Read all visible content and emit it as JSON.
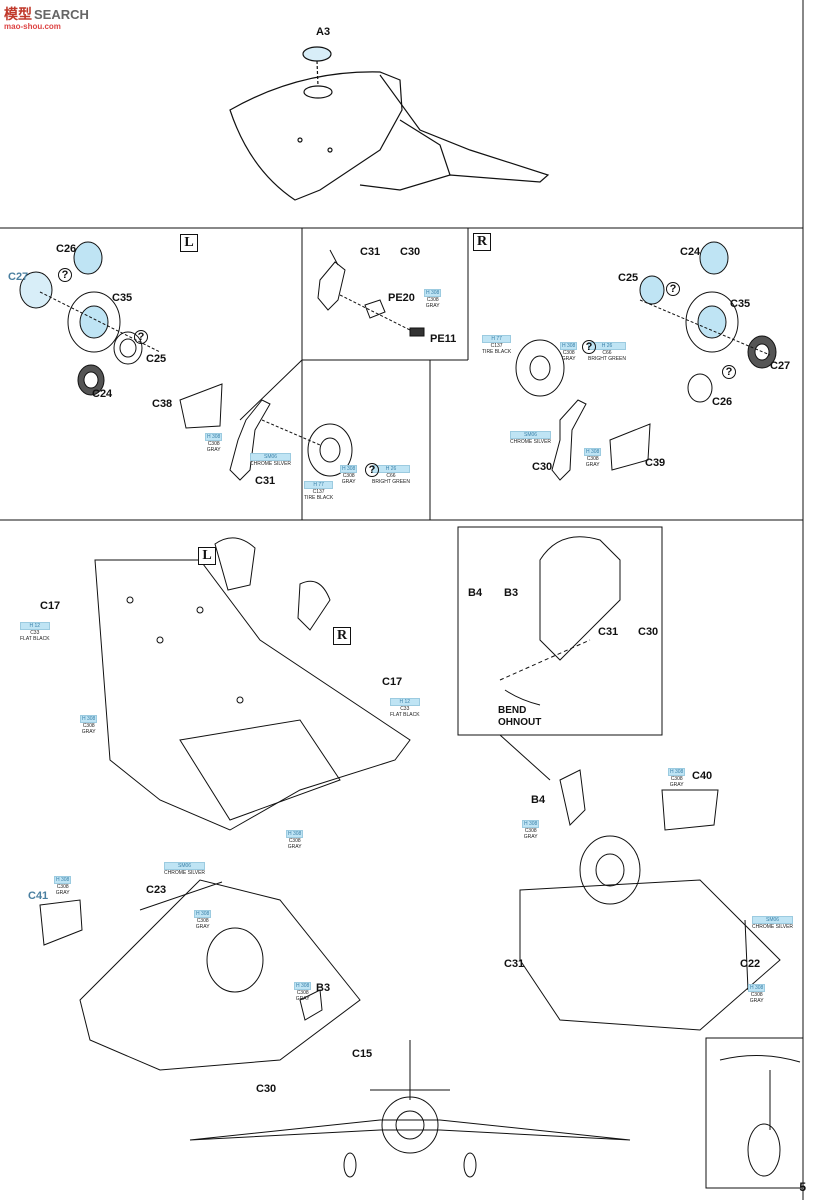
{
  "watermark": {
    "line1": "模型",
    "line2": "SEARCH",
    "line3": "mao-shou.com"
  },
  "page_number": "5",
  "side_markers": {
    "left": "L",
    "right": "R"
  },
  "step1": {
    "parts": [
      {
        "id": "A3",
        "label": "A3"
      }
    ]
  },
  "step2_left": {
    "labels": [
      "C26",
      "C27",
      "C35",
      "C25",
      "C24",
      "C38",
      "C31"
    ],
    "colors": [
      {
        "h": "H 308",
        "c": "C308",
        "name": "GRAY"
      },
      {
        "h": "SM06",
        "c": "",
        "name": "CHROME SILVER"
      },
      {
        "h": "H 308",
        "c": "C308",
        "name": "GRAY"
      },
      {
        "h": "H 26",
        "c": "C66",
        "name": "BRIGHT GREEN"
      },
      {
        "h": "H 77",
        "c": "C137",
        "name": "TIRE BLACK"
      }
    ]
  },
  "step2_center": {
    "labels": [
      "C31",
      "C30",
      "PE20",
      "PE11"
    ],
    "colors": [
      {
        "h": "H 308",
        "c": "C308",
        "name": "GRAY"
      }
    ]
  },
  "step2_right": {
    "labels": [
      "C24",
      "C25",
      "C35",
      "C27",
      "C26",
      "C30",
      "C39"
    ],
    "colors": [
      {
        "h": "H 77",
        "c": "C137",
        "name": "TIRE BLACK"
      },
      {
        "h": "H 308",
        "c": "C308",
        "name": "GRAY"
      },
      {
        "h": "H 26",
        "c": "C66",
        "name": "BRIGHT GREEN"
      },
      {
        "h": "SM06",
        "c": "",
        "name": "CHROME SILVER"
      },
      {
        "h": "H 308",
        "c": "C308",
        "name": "GRAY"
      }
    ]
  },
  "step3": {
    "labels": [
      "C17",
      "C17"
    ],
    "colors": [
      {
        "h": "H 12",
        "c": "C33",
        "name": "FLAT BLACK"
      },
      {
        "h": "H 12",
        "c": "C33",
        "name": "FLAT BLACK"
      },
      {
        "h": "H 308",
        "c": "C308",
        "name": "GRAY"
      },
      {
        "h": "H 308",
        "c": "C308",
        "name": "GRAY"
      }
    ]
  },
  "inset": {
    "labels": [
      "B4",
      "B3",
      "C31",
      "C30"
    ],
    "note": [
      "BEND",
      "OHNOUT"
    ]
  },
  "step4_right": {
    "labels": [
      "B4",
      "C40",
      "C31",
      "C22"
    ],
    "colors": [
      {
        "h": "H 308",
        "c": "C308",
        "name": "GRAY"
      },
      {
        "h": "H 308",
        "c": "C308",
        "name": "GRAY"
      },
      {
        "h": "SM06",
        "c": "",
        "name": "CHROME SILVER"
      },
      {
        "h": "H 308",
        "c": "C308",
        "name": "GRAY"
      }
    ]
  },
  "step4_left": {
    "labels": [
      "C41",
      "C23",
      "B3",
      "C30"
    ],
    "colors": [
      {
        "h": "H 308",
        "c": "C308",
        "name": "GRAY"
      },
      {
        "h": "SM06",
        "c": "",
        "name": "CHROME SILVER"
      },
      {
        "h": "H 308",
        "c": "C308",
        "name": "GRAY"
      },
      {
        "h": "H 308",
        "c": "C308",
        "name": "GRAY"
      }
    ]
  },
  "bottom": {
    "labels": [
      "C15"
    ]
  },
  "symbol": {
    "question": "?"
  }
}
